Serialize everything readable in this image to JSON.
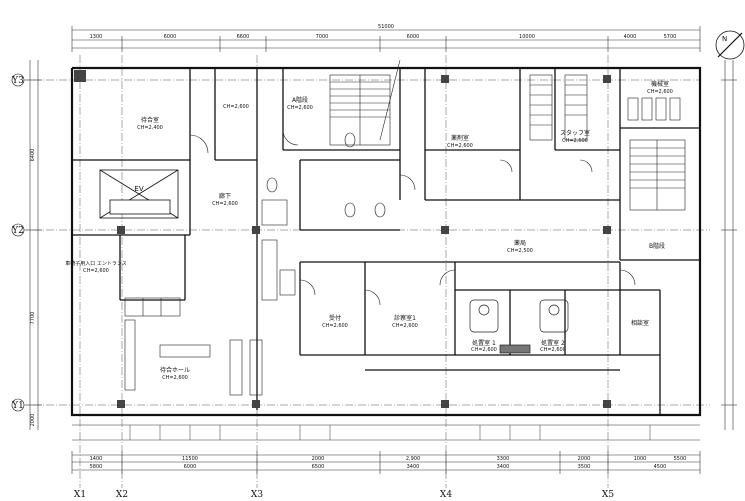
{
  "plan": {
    "overall_dim": "51000",
    "top_dims": [
      "1300",
      "6000",
      "6600",
      "7000",
      "6000",
      "10000",
      "4000",
      "5700"
    ],
    "bottom_dims": [
      "1400",
      "11500",
      "2000",
      "2,900",
      "3300",
      "2000",
      "1000",
      "5500"
    ],
    "bottom_dims2": [
      "5800",
      "6000",
      "6500",
      "3400",
      "3400",
      "3500",
      "4500"
    ],
    "row_axes": [
      {
        "id": "row-y3",
        "label": "Y3"
      },
      {
        "id": "row-y2",
        "label": "Y2"
      },
      {
        "id": "row-y1",
        "label": "Y1"
      }
    ],
    "col_axes": [
      {
        "id": "col-x1",
        "label": "X1"
      },
      {
        "id": "col-x2",
        "label": "X2"
      },
      {
        "id": "col-x3",
        "label": "X3"
      },
      {
        "id": "col-x4",
        "label": "X4"
      },
      {
        "id": "col-x5",
        "label": "X5"
      }
    ],
    "left_dims": [
      "6400",
      "7700",
      "2000"
    ],
    "rooms": [
      {
        "id": "room-waiting-nw",
        "name": "待合室",
        "ch": "CH=2,400"
      },
      {
        "id": "room-ch2600",
        "name": "",
        "ch": "CH=2,600"
      },
      {
        "id": "room-a",
        "name": "A階段",
        "ch": "CH=2,600"
      },
      {
        "id": "room-ev",
        "name": "EV",
        "ch": ""
      },
      {
        "id": "room-corridor",
        "name": "廊下",
        "ch": "CH=2,600"
      },
      {
        "id": "room-entrance",
        "name": "車椅子用入口 エントランス",
        "ch": "CH=2,600"
      },
      {
        "id": "room-waiting-main",
        "name": "待合ホール",
        "ch": "CH=2,600"
      },
      {
        "id": "room-reception",
        "name": "受付",
        "ch": "CH=2,600"
      },
      {
        "id": "room-pharmacy",
        "name": "薬剤室",
        "ch": "CH=2,600"
      },
      {
        "id": "room-exam-1",
        "name": "診察室1",
        "ch": "CH=2,600"
      },
      {
        "id": "room-treat-1",
        "name": "処置室 1",
        "ch": "CH=2,600"
      },
      {
        "id": "room-treat-2",
        "name": "処置室 2",
        "ch": "CH=2,600"
      },
      {
        "id": "room-consult",
        "name": "相談室",
        "ch": ""
      },
      {
        "id": "room-staff",
        "name": "スタッフ室",
        "ch": "CH=2,600"
      },
      {
        "id": "room-pump",
        "name": "機械室",
        "ch": "CH=2,600"
      },
      {
        "id": "room-disp",
        "name": "薬局",
        "ch": "CH=2,500"
      },
      {
        "id": "room-b",
        "name": "B階段",
        "ch": ""
      }
    ],
    "notes": {
      "north": "N"
    }
  }
}
